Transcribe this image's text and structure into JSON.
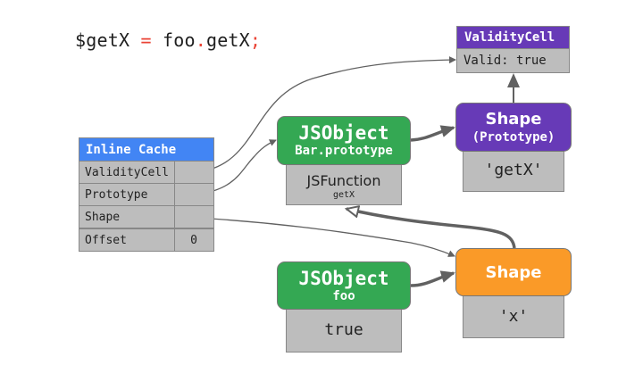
{
  "code": {
    "variable": "$getX",
    "operator": "=",
    "object": "foo",
    "dot": ".",
    "property": "getX",
    "semicolon": ";"
  },
  "validity_cell": {
    "title": "ValidityCell",
    "value": "Valid: true"
  },
  "inline_cache": {
    "title": "Inline Cache",
    "rows": [
      {
        "key": "ValidityCell",
        "value": ""
      },
      {
        "key": "Prototype",
        "value": ""
      },
      {
        "key": "Shape",
        "value": ""
      },
      {
        "key": "Offset",
        "value": "0"
      }
    ]
  },
  "bar_prototype": {
    "title": "JSObject",
    "subtitle": "Bar.prototype",
    "slot_title": "JSFunction",
    "slot_subtitle": "getX"
  },
  "shape_prototype": {
    "title": "Shape",
    "subtitle": "(Prototype)",
    "slot": "'getX'"
  },
  "foo_object": {
    "title": "JSObject",
    "subtitle": "foo",
    "slot": "true"
  },
  "shape_x": {
    "title": "Shape",
    "slot": "'x'"
  },
  "colors": {
    "inline_cache_header": "#4285f4",
    "validity_cell_header": "#673ab7",
    "jsobject": "#34a853",
    "shape_prototype": "#673ab7",
    "shape": "#fa9a28",
    "slot": "#bdbdbd",
    "code_punctuation": "#ea4335",
    "arrow": "#616161"
  }
}
